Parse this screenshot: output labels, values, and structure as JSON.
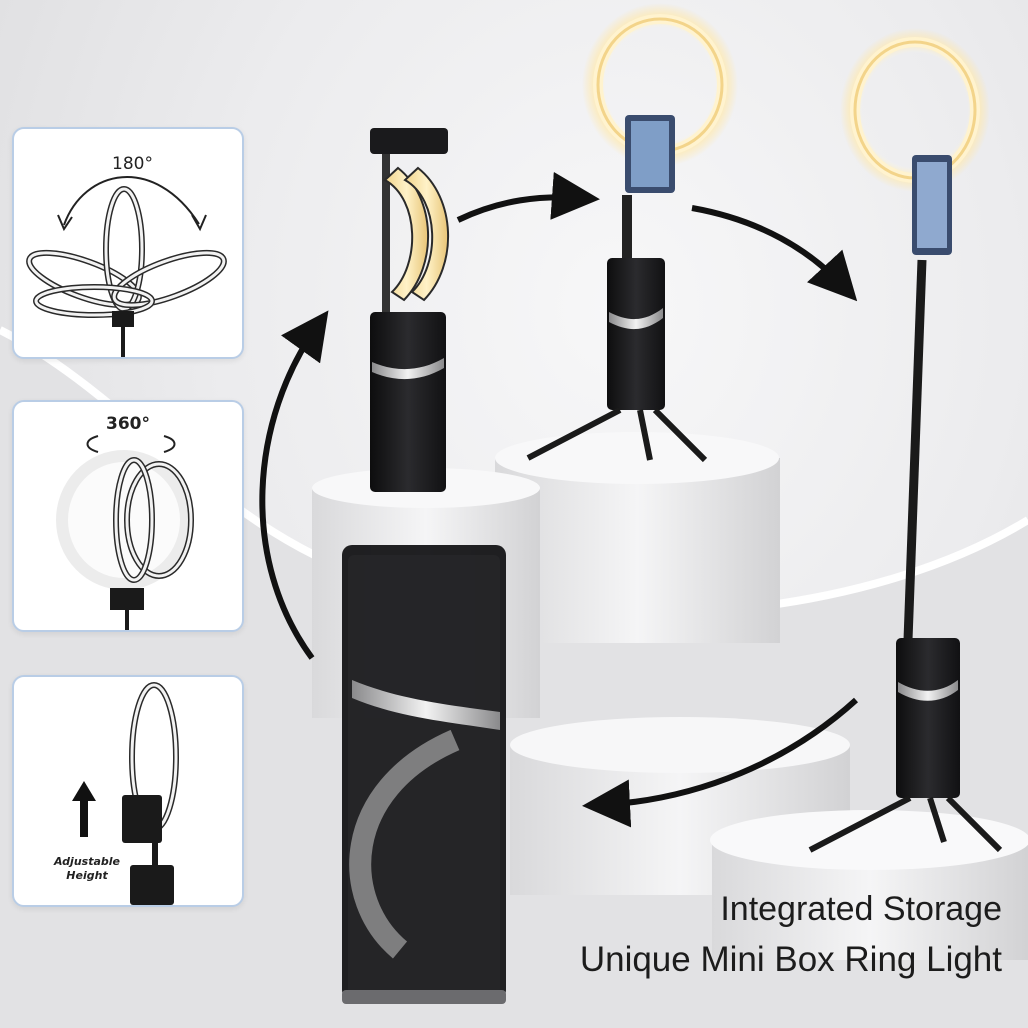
{
  "panels": [
    {
      "label": "180°"
    },
    {
      "label": "360°"
    },
    {
      "label": "Adjustable Height"
    }
  ],
  "caption": {
    "line1": "Integrated Storage",
    "line2": "Unique Mini Box Ring Light"
  },
  "colors": {
    "ring_glow": "#ffe6a6",
    "device_black": "#1b1b1d",
    "panel_border": "#b9cde6",
    "arrow": "#111111"
  }
}
